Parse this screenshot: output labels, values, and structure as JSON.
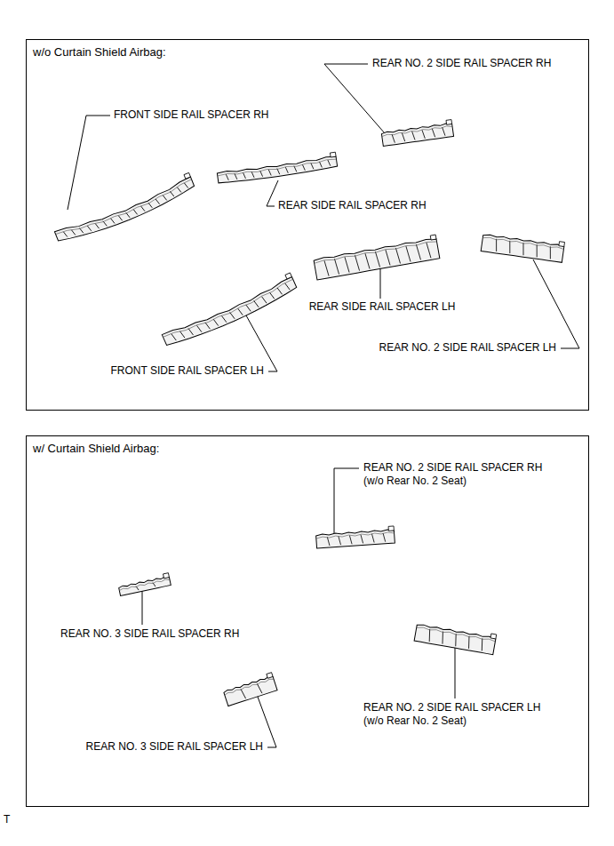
{
  "diagram": {
    "nodes": [
      {
        "text": [
          "w/o Curtain Shield Airbag:"
        ]
      },
      {
        "text": [
          "w/ Curtain Shield Airbag:"
        ]
      }
    ],
    "labels": [
      "REAR NO. 2 SIDE RAIL SPACER RH",
      "FRONT SIDE RAIL SPACER RH",
      "REAR SIDE RAIL SPACER RH",
      "REAR SIDE RAIL SPACER LH",
      "REAR NO. 2 SIDE RAIL SPACER LH",
      "FRONT SIDE RAIL SPACER LH",
      "REAR NO. 2 SIDE RAIL SPACER RH (w/o Rear No. 2 Seat)",
      "REAR NO. 3 SIDE RAIL SPACER RH",
      "REAR NO. 2 SIDE RAIL SPACER LH (w/o Rear No. 2 Seat)",
      "REAR NO. 3 SIDE RAIL SPACER LH",
      "T"
    ]
  }
}
